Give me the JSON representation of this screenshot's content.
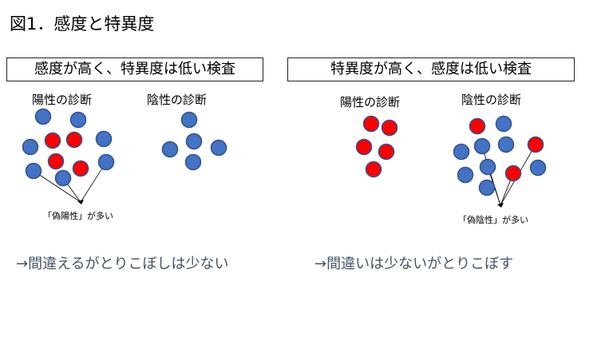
{
  "title": "図1．感度と特異度",
  "colors": {
    "positive_dot": "#ff0000",
    "negative_dot": "#4472c4",
    "dot_outline": "#2f528f",
    "conclusion_text": "#44546a"
  },
  "panels": [
    {
      "heading": "感度が高く、特異度は低い検査",
      "positive_label": "陽性の診断",
      "negative_label": "陰性の診断",
      "annotation": "「偽陽性」が多い",
      "conclusion": "→間違えるがとりこぼしは少ない"
    },
    {
      "heading": "特異度が高く、感度は低い検査",
      "positive_label": "陽性の診断",
      "negative_label": "陰性の診断",
      "annotation": "「偽陰性」が多い",
      "conclusion": "→間違いは少ないがとりこぼす"
    }
  ]
}
